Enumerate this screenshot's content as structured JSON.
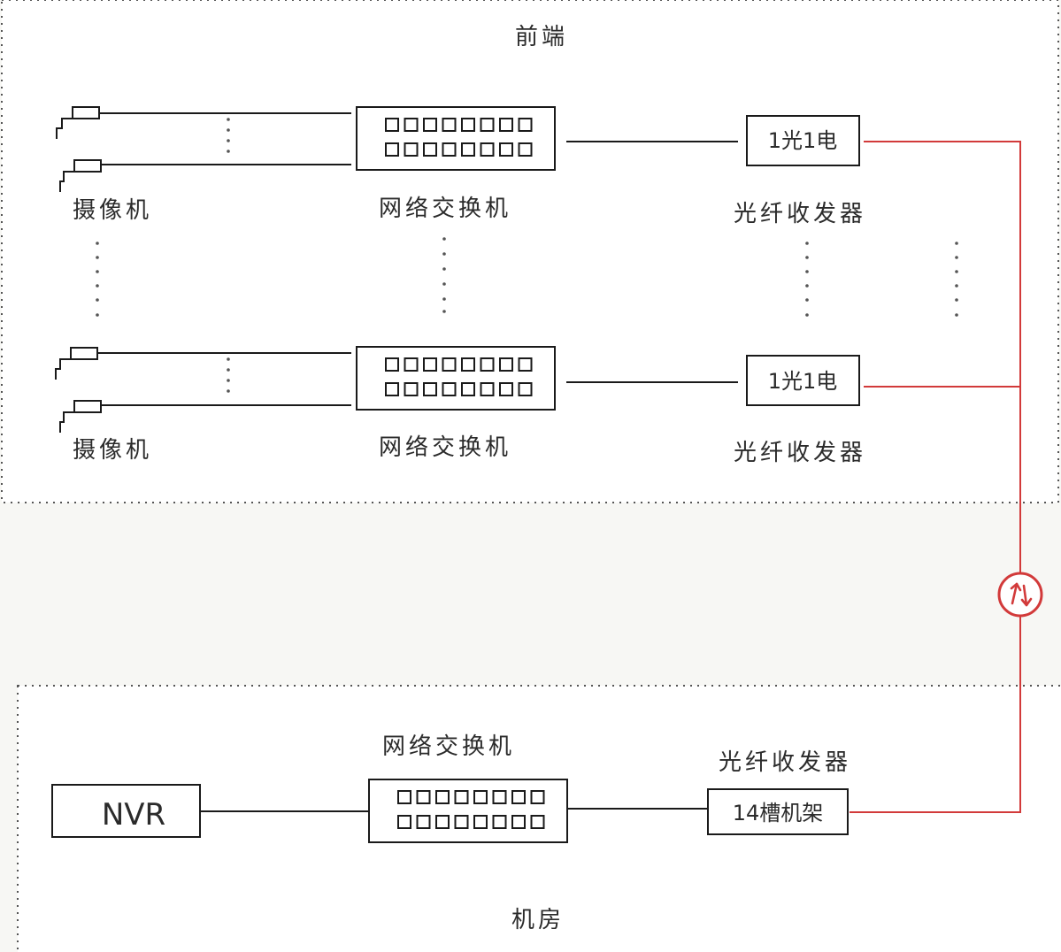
{
  "zones": {
    "front_end": "前端",
    "machine_room": "机房"
  },
  "front_end": {
    "group_top": {
      "camera_label": "摄像机",
      "switch_label": "网络交换机",
      "transceiver_box": "1光1电",
      "transceiver_label": "光纤收发器"
    },
    "group_bottom": {
      "camera_label": "摄像机",
      "switch_label": "网络交换机",
      "transceiver_box": "1光1电",
      "transceiver_label": "光纤收发器"
    }
  },
  "machine_room": {
    "nvr_label": "NVR",
    "switch_label": "网络交换机",
    "transceiver_label": "光纤收发器",
    "rack_label": "14槽机架"
  },
  "colors": {
    "line": "#1a1a1a",
    "fiber": "#d23a3a",
    "zone_bg_front": "#ffffff",
    "zone_bg_room": "#ffffff",
    "dots": "#555555"
  },
  "icons": [
    "camera-icon",
    "switch-port-grid-icon",
    "fiber-link-icon"
  ]
}
